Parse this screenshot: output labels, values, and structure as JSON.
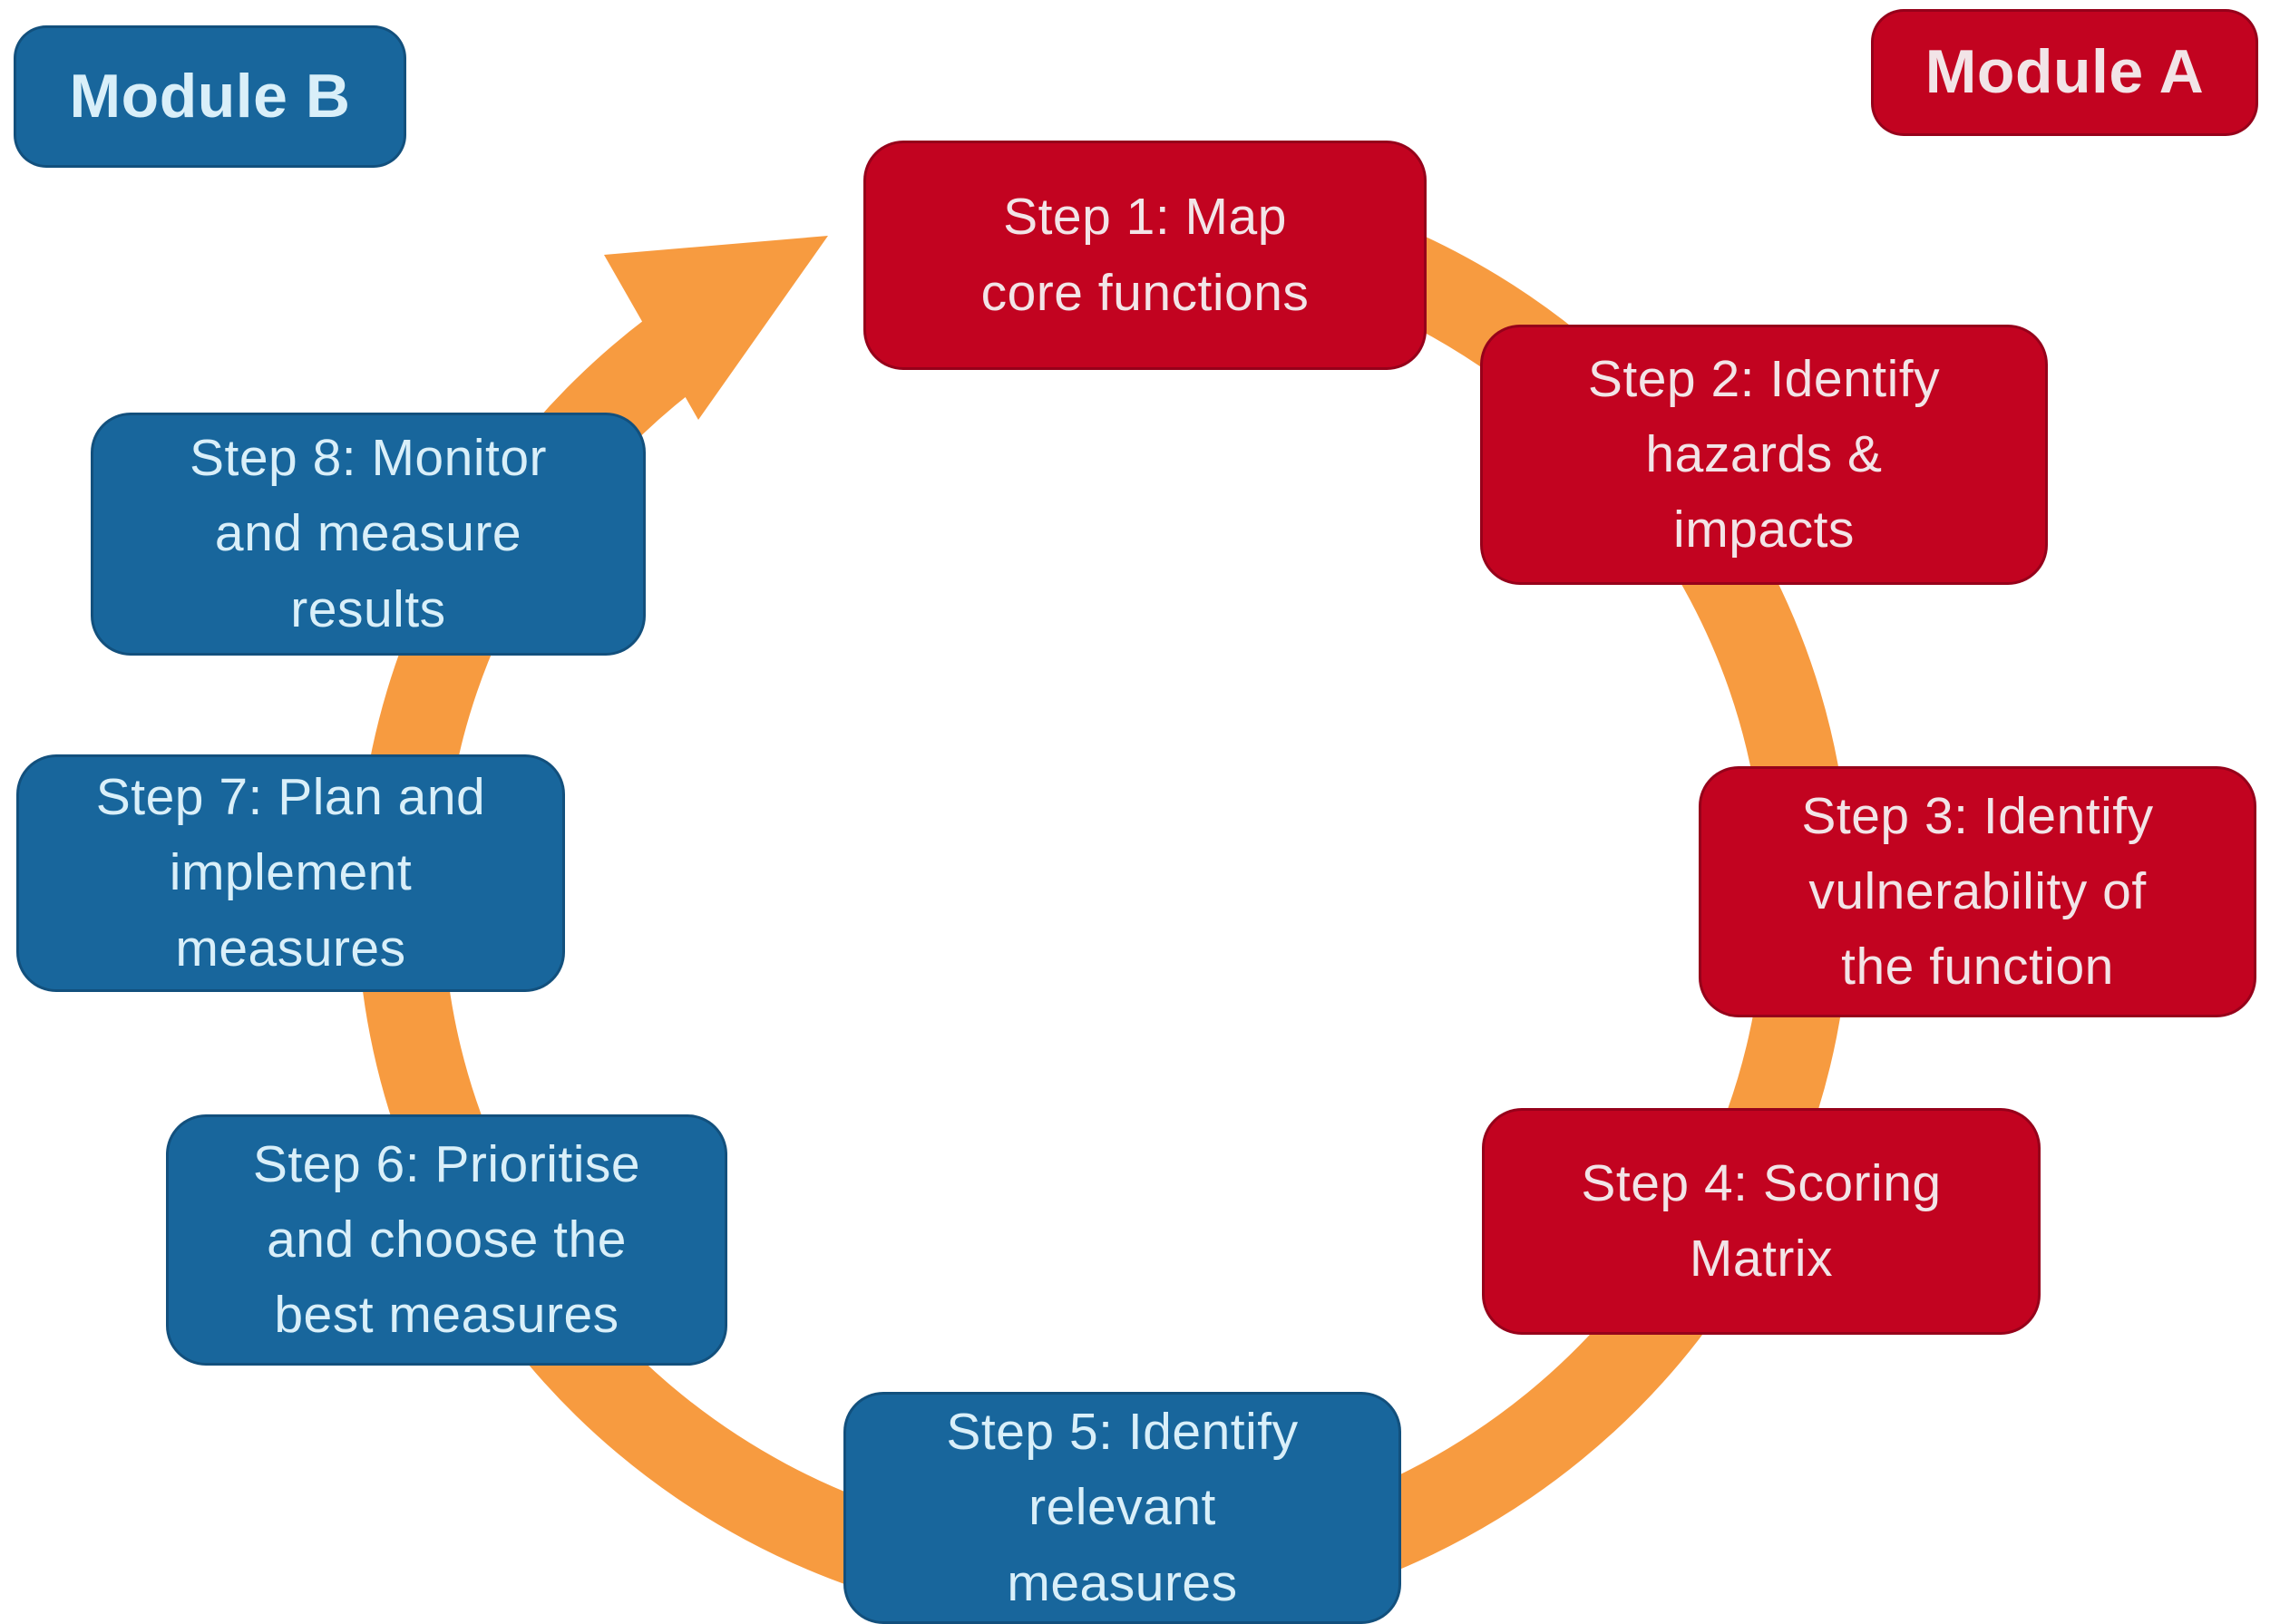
{
  "diagram": {
    "type": "cycle-process-diagram",
    "modules": {
      "module_a": {
        "label": "Module A",
        "color_role": "red",
        "steps_covered": "Steps 1-4"
      },
      "module_b": {
        "label": "Module B",
        "color_role": "blue",
        "steps_covered": "Steps 5-8"
      }
    },
    "steps": [
      {
        "id": 1,
        "module": "A",
        "label": "Step 1: Map\ncore functions"
      },
      {
        "id": 2,
        "module": "A",
        "label": "Step 2: Identify\nhazards &\nimpacts"
      },
      {
        "id": 3,
        "module": "A",
        "label": "Step 3: Identify\nvulnerability of\nthe function"
      },
      {
        "id": 4,
        "module": "A",
        "label": "Step 4: Scoring\nMatrix"
      },
      {
        "id": 5,
        "module": "B",
        "label": "Step 5: Identify\nrelevant\nmeasures"
      },
      {
        "id": 6,
        "module": "B",
        "label": "Step 6: Prioritise\nand choose the\nbest measures"
      },
      {
        "id": 7,
        "module": "B",
        "label": "Step 7: Plan and\nimplement\nmeasures"
      },
      {
        "id": 8,
        "module": "B",
        "label": "Step 8: Monitor\nand measure\nresults"
      }
    ],
    "cycle_arrow": {
      "icon": "clockwise-cycle-arrow",
      "direction": "clockwise",
      "arrowhead_location": "top-left, pointing north-east toward Step 1"
    },
    "colors": {
      "module_a_red": "#C20320",
      "module_b_blue": "#18669C",
      "arrow_orange": "#F79B40",
      "red_box_text": "#F2E4E7",
      "blue_box_text": "#D9EFF9",
      "background": "#FFFFFF"
    }
  }
}
